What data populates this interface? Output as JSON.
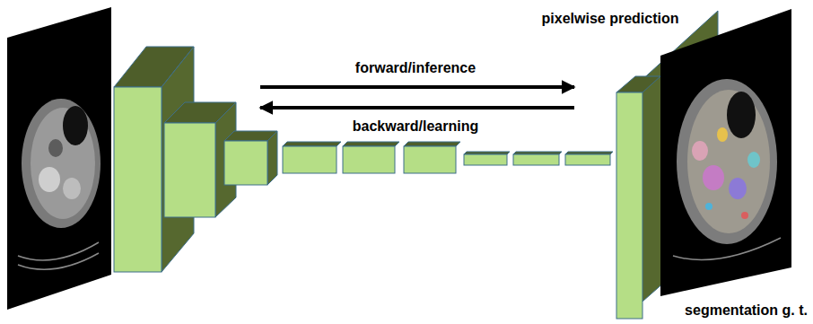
{
  "diagram": {
    "labels": [
      "pixelwise prediction",
      "forward/inference",
      "backward/learning",
      "segmentation g. t."
    ]
  }
}
